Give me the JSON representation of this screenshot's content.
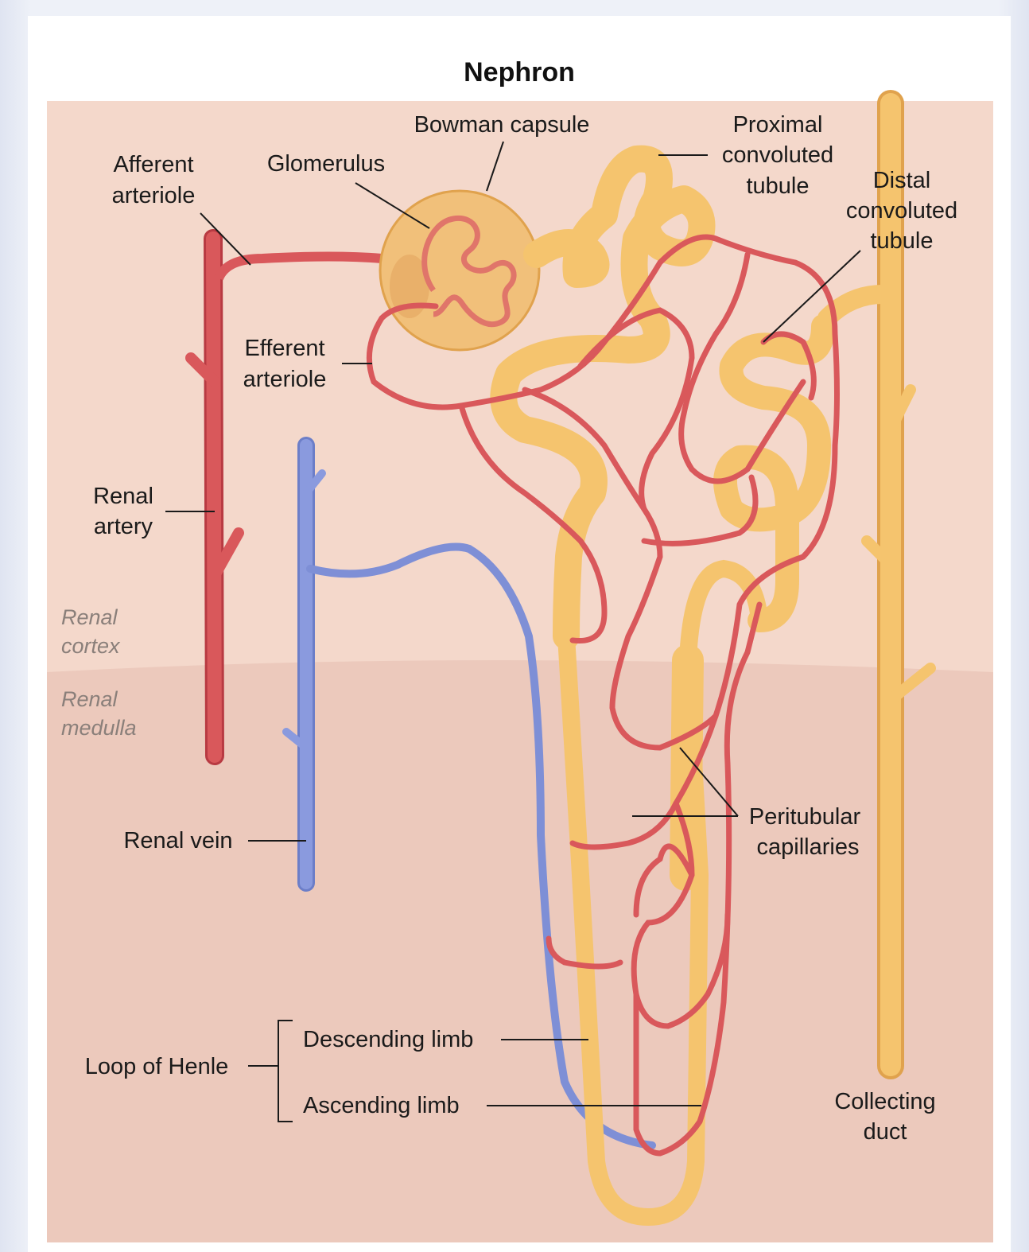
{
  "title": "Nephron",
  "labels": {
    "bowman_capsule": "Bowman capsule",
    "glomerulus": "Glomerulus",
    "afferent_arteriole": [
      "Afferent",
      "arteriole"
    ],
    "efferent_arteriole": [
      "Efferent",
      "arteriole"
    ],
    "proximal_convoluted_tubule": [
      "Proximal",
      "convoluted",
      "tubule"
    ],
    "distal_convoluted_tubule": [
      "Distal",
      "convoluted",
      "tubule"
    ],
    "renal_artery": [
      "Renal",
      "artery"
    ],
    "renal_cortex": [
      "Renal",
      "cortex"
    ],
    "renal_medulla": [
      "Renal",
      "medulla"
    ],
    "renal_vein": "Renal vein",
    "peritubular_capillaries": [
      "Peritubular",
      "capillaries"
    ],
    "loop_of_henle": "Loop of Henle",
    "descending_limb": "Descending limb",
    "ascending_limb": "Ascending limb",
    "collecting_duct": [
      "Collecting",
      "duct"
    ]
  },
  "colors": {
    "cortex": "#f4d8cb",
    "medulla": "#eccbbe",
    "artery": "#d9585b",
    "artery_edge": "#b83a42",
    "vein": "#7e8fd6",
    "tubule": "#f5c46e",
    "tubule_edge": "#e0a24d",
    "leader": "#1a1a1a"
  }
}
